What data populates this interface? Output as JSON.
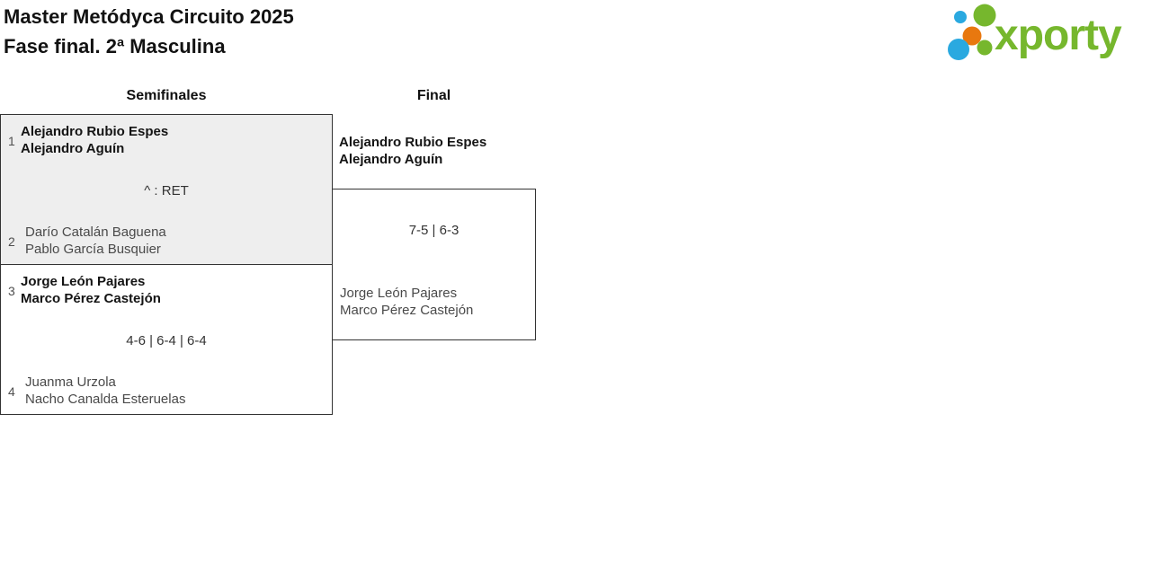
{
  "header": {
    "title_line1": "Master Metódyca Circuito 2025",
    "title_line2": "Fase final. 2ª Masculina"
  },
  "logo": {
    "text": "xporty",
    "colors": {
      "green": "#76b72d",
      "blue": "#2aa9e0",
      "orange": "#e8780f"
    }
  },
  "colors": {
    "match_border": "#333333",
    "highlighted_match_bg": "#eeeeee",
    "winner_text": "#141414",
    "loser_text": "#4a4a4a"
  },
  "rounds": [
    {
      "label": "Semifinales"
    },
    {
      "label": "Final"
    }
  ],
  "semifinals": [
    {
      "score": "^ : RET",
      "team1": {
        "seed": "1",
        "players": [
          "Alejandro Rubio Espes",
          "Alejandro Aguín"
        ],
        "winner": true
      },
      "team2": {
        "seed": "2",
        "players": [
          "Darío Catalán Baguena",
          "Pablo García Busquier"
        ],
        "winner": false
      }
    },
    {
      "score": "4-6 | 6-4 | 6-4",
      "team1": {
        "seed": "3",
        "players": [
          "Jorge León Pajares",
          "Marco Pérez Castejón"
        ],
        "winner": true
      },
      "team2": {
        "seed": "4",
        "players": [
          "Juanma Urzola",
          "Nacho Canalda Esteruelas"
        ],
        "winner": false
      }
    }
  ],
  "final": {
    "score": "7-5 | 6-3",
    "team1": {
      "players": [
        "Alejandro Rubio Espes",
        "Alejandro Aguín"
      ],
      "winner": true
    },
    "team2": {
      "players": [
        "Jorge León Pajares",
        "Marco Pérez Castejón"
      ],
      "winner": false
    }
  }
}
